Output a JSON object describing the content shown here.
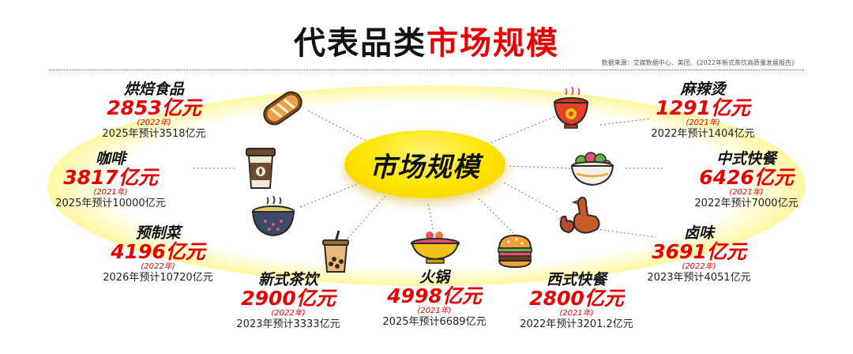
{
  "title": {
    "prefix": "代表品类",
    "highlight": "市场规模"
  },
  "source": "数据来源：艾媒数据中心、美团、《2022年新式茶饮高质量发展报告》",
  "center_label": "市场规模",
  "categories": [
    {
      "name": "烘焙食品",
      "value": "2853亿元",
      "year": "(2022年)",
      "forecast": "2025年预计3518亿元",
      "icon": "bread-icon"
    },
    {
      "name": "咖啡",
      "value": "3817亿元",
      "year": "(2021年)",
      "forecast": "2025年预计10000亿元",
      "icon": "coffee-cup-icon"
    },
    {
      "name": "预制菜",
      "value": "4196亿元",
      "year": "(2022年)",
      "forecast": "2026年预计10720亿元",
      "icon": "prepared-dish-icon"
    },
    {
      "name": "新式茶饮",
      "value": "2900亿元",
      "year": "(2022年)",
      "forecast": "2023年预计3333亿元",
      "icon": "bubble-tea-icon"
    },
    {
      "name": "火锅",
      "value": "4998亿元",
      "year": "(2021年)",
      "forecast": "2025年预计6689亿元",
      "icon": "hotpot-icon"
    },
    {
      "name": "西式快餐",
      "value": "2800亿元",
      "year": "(2021年)",
      "forecast": "2022年预计3201.2亿元",
      "icon": "burger-icon"
    },
    {
      "name": "卤味",
      "value": "3691亿元",
      "year": "(2022年)",
      "forecast": "2023年预计4051亿元",
      "icon": "braised-goose-icon"
    },
    {
      "name": "中式快餐",
      "value": "6426亿元",
      "year": "(2021年)",
      "forecast": "2022年预计7000亿元",
      "icon": "salad-bowl-icon"
    },
    {
      "name": "麻辣烫",
      "value": "1291亿元",
      "year": "(2021年)",
      "forecast": "2022年预计1404亿元",
      "icon": "spicy-soup-bowl-icon"
    }
  ]
}
